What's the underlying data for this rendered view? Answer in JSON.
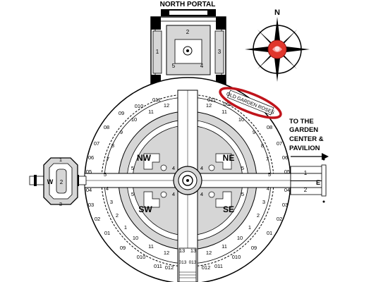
{
  "portal": {
    "title": "NORTH PORTAL",
    "bed_numbers": [
      "1",
      "2",
      "3",
      "4",
      "5"
    ]
  },
  "compass": {
    "north": "N"
  },
  "callout": {
    "label": "OLD GARDEN ROSES",
    "outline_color": "#c0141b"
  },
  "directions": {
    "line1": "TO THE",
    "line2": "GARDEN",
    "line3": "CENTER &",
    "line4": "PAVILION"
  },
  "quadrants": {
    "nw": "NW",
    "ne": "NE",
    "sw": "SW",
    "se": "SE"
  },
  "west_gate": {
    "letter": "W",
    "bed_top": "1",
    "bed_mid": "2",
    "bed_bottom": "3"
  },
  "east_gate": {
    "letter": "E",
    "path_1": "1",
    "path_2": "2"
  },
  "bed_labels": {
    "ring_outer": [
      "011",
      "010",
      "09",
      "08",
      "07",
      "06",
      "05",
      "04",
      "03",
      "02",
      "01"
    ],
    "ring_inner": [
      "12",
      "11",
      "10",
      "9",
      "8",
      "7",
      "6",
      "5",
      "4",
      "3",
      "2",
      "1"
    ],
    "south_entrance": [
      "13",
      "13",
      "012",
      "012",
      "013",
      "013",
      "011",
      "011"
    ]
  },
  "colors": {
    "bed_fill": "#d6d6d6",
    "line": "#000000",
    "rose_red": "#e0362c",
    "accent": "#c0141b"
  }
}
